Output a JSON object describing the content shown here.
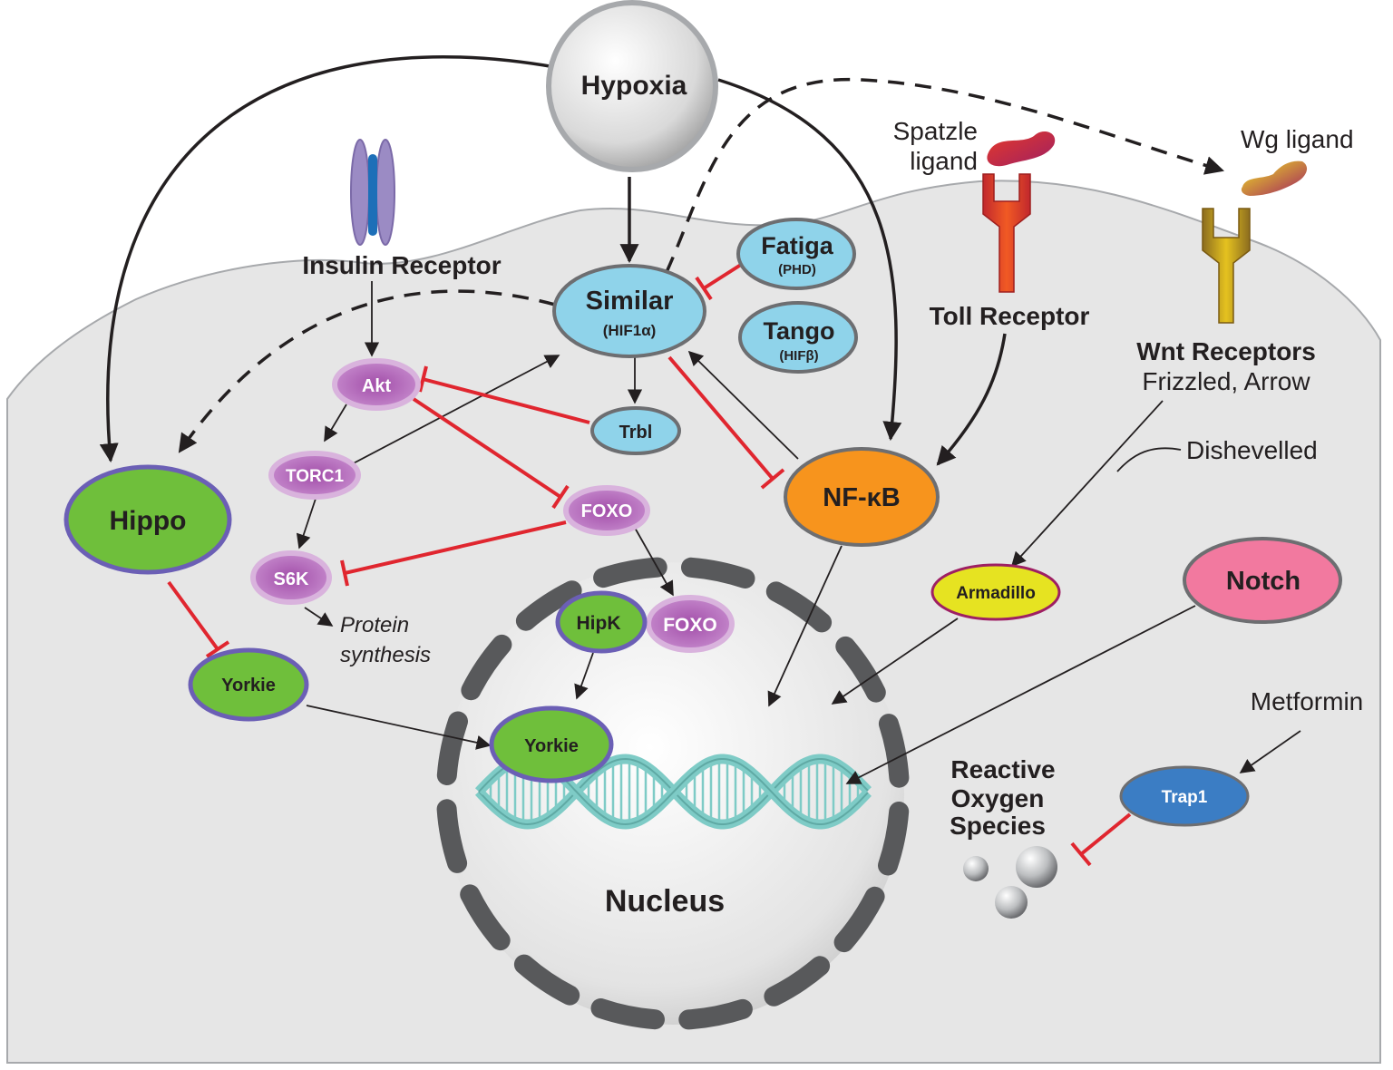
{
  "colors": {
    "cell_fill": "#e6e6e6",
    "activation": "#231f20",
    "inhibition": "#e0262f",
    "hif": "#8fd3ea",
    "hif_stroke": "#6d6e71",
    "purple": "#b76fbf",
    "green": "#6fbf3b",
    "green_stroke": "#6b5fb5",
    "nfkb": "#f7941d",
    "notch": "#f2799f",
    "armadillo": "#e6e321",
    "trap1": "#3b7dc4",
    "dna": "#7ecbc6",
    "envelope": "#58595b"
  },
  "nodes": {
    "hypoxia": "Hypoxia",
    "insulin_receptor": "Insulin Receptor",
    "similar": "Similar",
    "similar_sub": "(HIF1α)",
    "fatiga": "Fatiga",
    "fatiga_sub": "(PHD)",
    "tango": "Tango",
    "tango_sub": "(HIFβ)",
    "trbl": "Trbl",
    "akt": "Akt",
    "torc1": "TORC1",
    "foxo": "FOXO",
    "s6k": "S6K",
    "protein_synthesis_1": "Protein",
    "protein_synthesis_2": "synthesis",
    "hippo": "Hippo",
    "yorkie": "Yorkie",
    "hipk": "HipK",
    "foxo_nuclear": "FOXO",
    "yorkie_nuclear": "Yorkie",
    "nucleus": "Nucleus",
    "nfkb": "NF-κB",
    "spatzle_1": "Spatzle",
    "spatzle_2": "ligand",
    "toll_receptor": "Toll Receptor",
    "wg_ligand": "Wg ligand",
    "wnt_receptors": "Wnt Receptors",
    "wnt_sub": "Frizzled, Arrow",
    "dishevelled": "Dishevelled",
    "armadillo": "Armadillo",
    "notch": "Notch",
    "metformin": "Metformin",
    "trap1": "Trap1",
    "ros_1": "Reactive",
    "ros_2": "Oxygen",
    "ros_3": "Species"
  }
}
